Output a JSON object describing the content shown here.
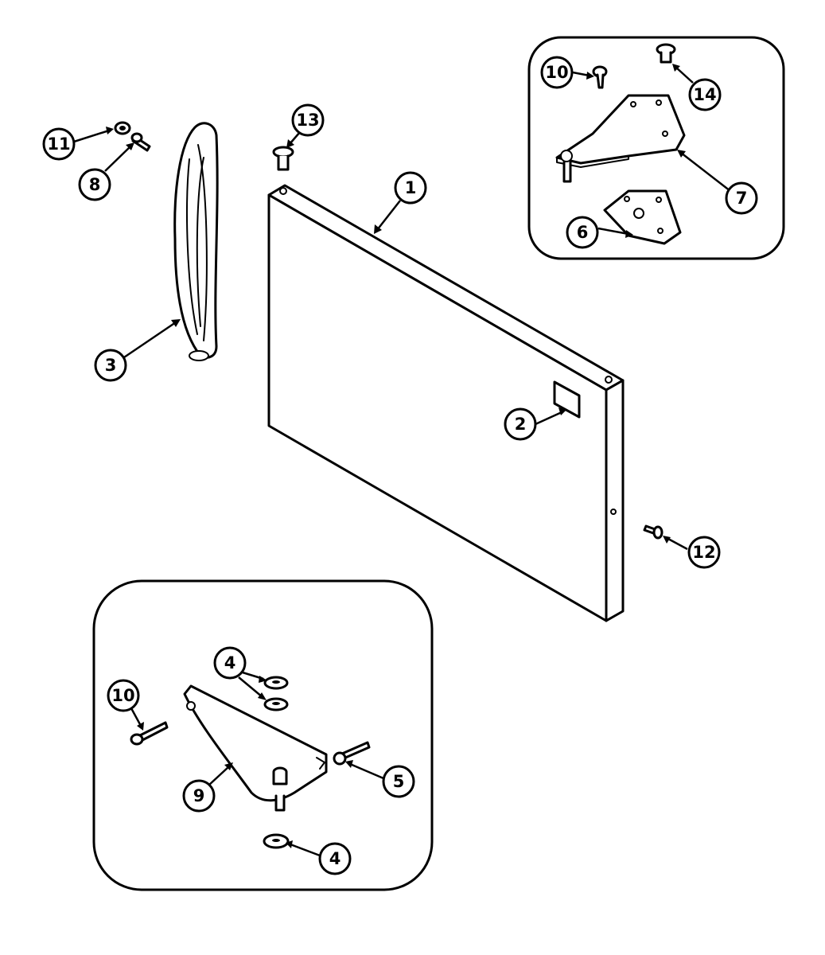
{
  "callouts": [
    {
      "id": "c1",
      "label": "1"
    },
    {
      "id": "c2",
      "label": "2"
    },
    {
      "id": "c3",
      "label": "3"
    },
    {
      "id": "c4a",
      "label": "4"
    },
    {
      "id": "c4b",
      "label": "4"
    },
    {
      "id": "c5",
      "label": "5"
    },
    {
      "id": "c6",
      "label": "6"
    },
    {
      "id": "c7",
      "label": "7"
    },
    {
      "id": "c8",
      "label": "8"
    },
    {
      "id": "c9",
      "label": "9"
    },
    {
      "id": "c10a",
      "label": "10"
    },
    {
      "id": "c10b",
      "label": "10"
    },
    {
      "id": "c11",
      "label": "11"
    },
    {
      "id": "c12",
      "label": "12"
    },
    {
      "id": "c13",
      "label": "13"
    },
    {
      "id": "c14",
      "label": "14"
    }
  ],
  "colors": {
    "line": "#000000",
    "background": "#ffffff"
  }
}
